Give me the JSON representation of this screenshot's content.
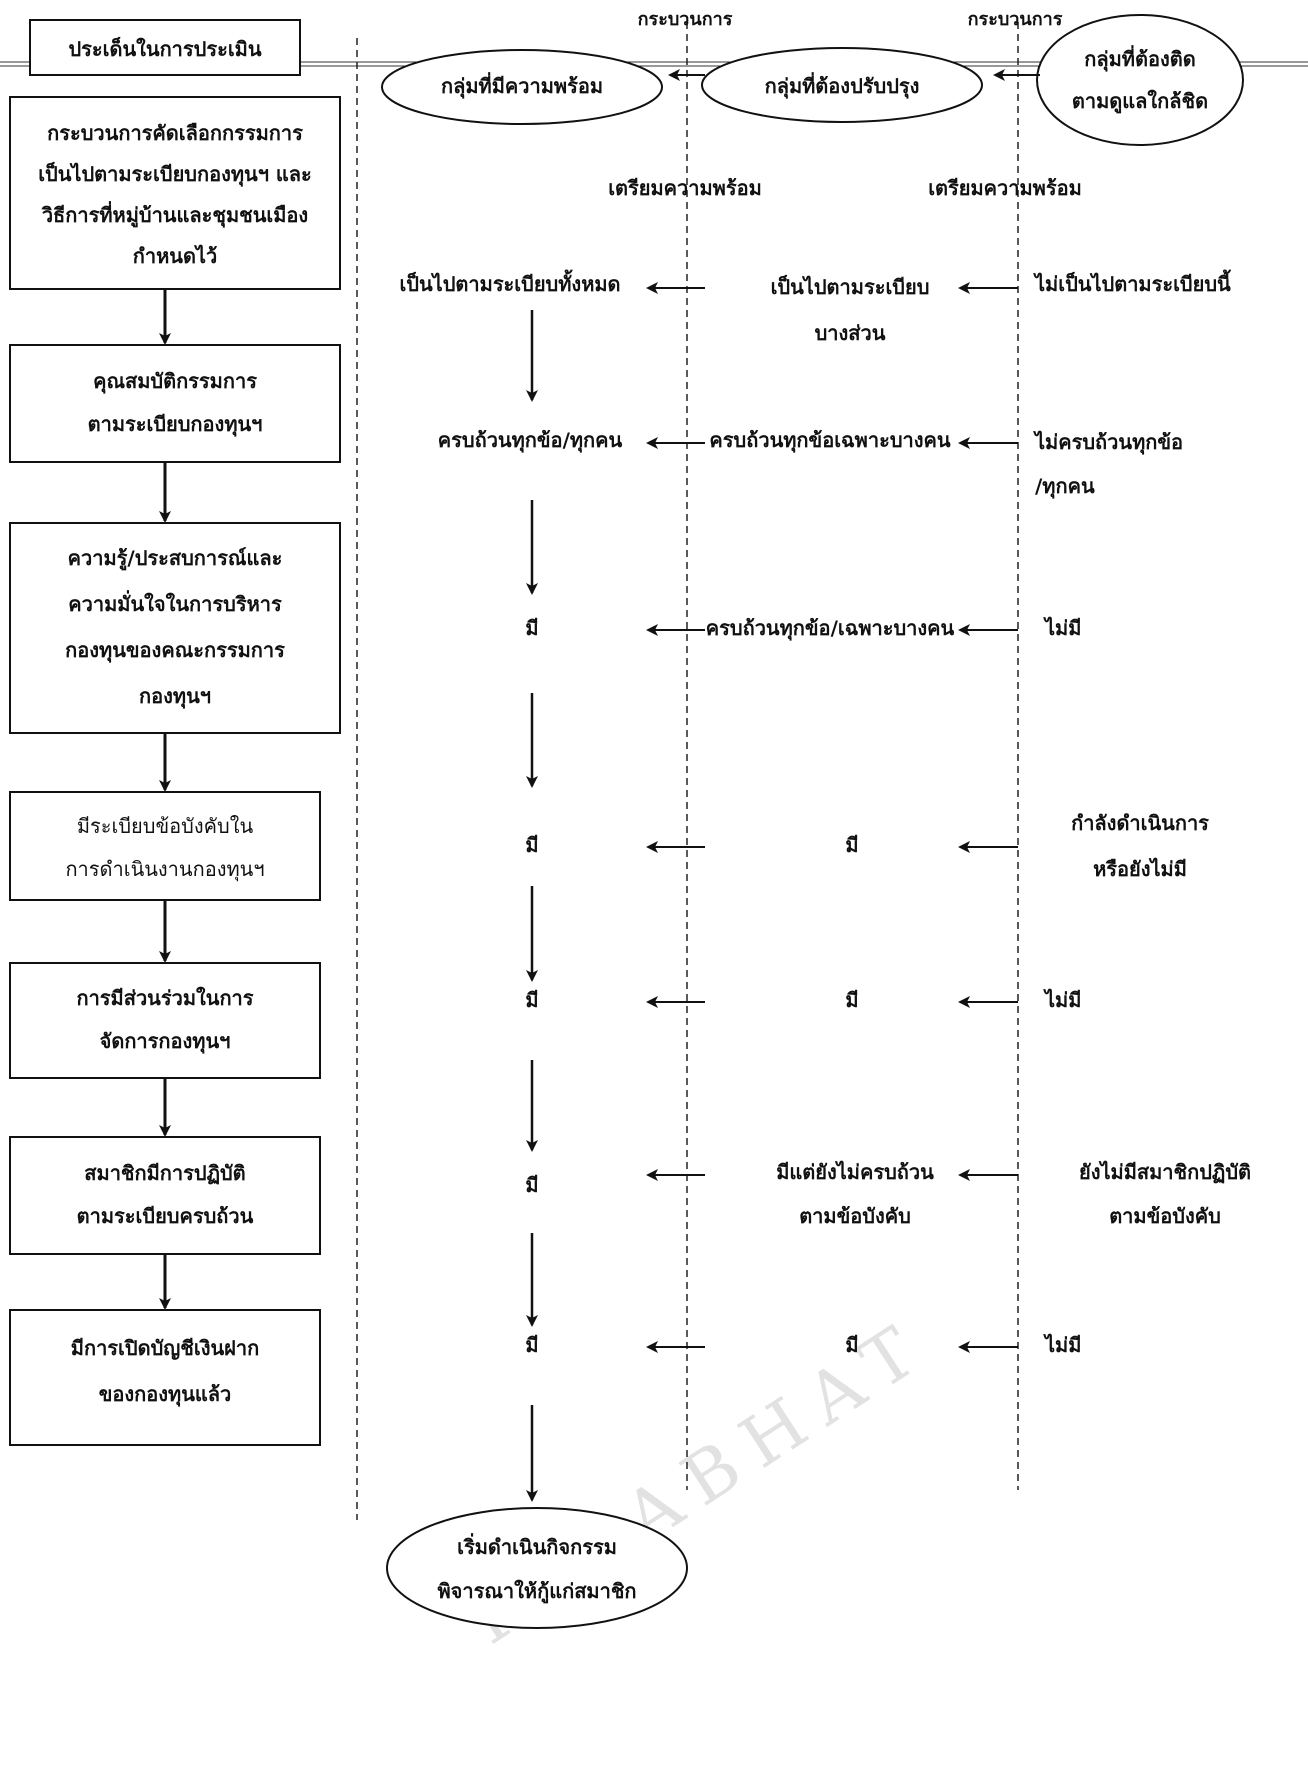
{
  "headers": {
    "left_title": "ประเด็นในการประเมิน",
    "process_label_1": "กระบวนการ",
    "process_label_2": "กระบวนการ"
  },
  "groups": {
    "ready": "กลุ่มที่มีความพร้อม",
    "improve": "กลุ่มที่ต้องปรับปรุง",
    "monitor": "กลุ่มที่ต้องติด\nตามดูแลใกล้ชิด"
  },
  "prepare_labels": [
    "เตรียมความพร้อม",
    "เตรียมความพร้อม"
  ],
  "criteria": [
    "กระบวนการคัดเลือกกรรมการ\nเป็นไปตามระเบียบกองทุนฯ และ\nวิธีการที่หมู่บ้านและชุมชนเมือง\nกำหนดไว้",
    "คุณสมบัติกรรมการ\nตามระเบียบกองทุนฯ",
    "ความรู้/ประสบการณ์และ\nความมั่นใจในการบริหาร\nกองทุนของคณะกรรมการ\nกองทุนฯ",
    "มีระเบียบข้อบังคับใน\nการดำเนินงานกองทุนฯ",
    "การมีส่วนร่วมในการ\nจัดการกองทุนฯ",
    "สมาชิกมีการปฏิบัติ\nตามระเบียบครบถ้วน",
    "มีการเปิดบัญชีเงินฝาก\nของกองทุนแล้ว"
  ],
  "rows": [
    {
      "ready": "เป็นไปตามระเบียบทั้งหมด",
      "improve": "เป็นไปตามระเบียบ\nบางส่วน",
      "monitor": "ไม่เป็นไปตามระเบียบนี้"
    },
    {
      "ready": "ครบถ้วนทุกข้อ/ทุกคน",
      "improve": "ครบถ้วนทุกข้อเฉพาะบางคน",
      "monitor": "ไม่ครบถ้วนทุกข้อ\n/ทุกคน"
    },
    {
      "ready": "มี",
      "improve": "ครบถ้วนทุกข้อ/เฉพาะบางคน",
      "monitor": "ไม่มี"
    },
    {
      "ready": "มี",
      "improve": "มี",
      "monitor": "กำลังดำเนินการ\nหรือยังไม่มี"
    },
    {
      "ready": "มี",
      "improve": "มี",
      "monitor": "ไม่มี"
    },
    {
      "ready": "มี",
      "improve": "มีแต่ยังไม่ครบถ้วน\nตามข้อบังคับ",
      "monitor": "ยังไม่มีสมาชิกปฏิบัติ\nตามข้อบังคับ"
    },
    {
      "ready": "มี",
      "improve": "มี",
      "monitor": "ไม่มี"
    }
  ],
  "final": "เริ่มดำเนินกิจกรรม\nพิจารณาให้กู้แก่สมาชิก",
  "watermark": "RAJABHAT"
}
